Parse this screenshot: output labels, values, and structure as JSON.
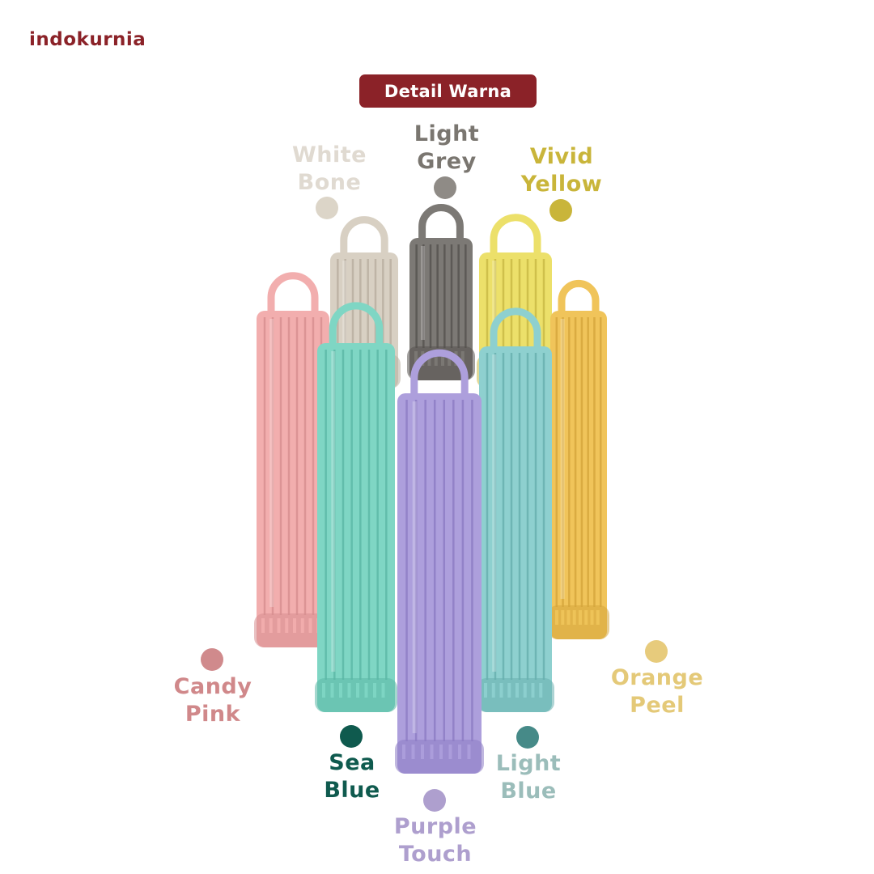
{
  "brand": {
    "text": "indokurnia",
    "color": "#8b2228"
  },
  "header": {
    "label": "Detail Warna",
    "bg": "#8b2228"
  },
  "colors": [
    {
      "key": "white_bone",
      "line1": "White",
      "line2": "Bone",
      "text_color": "#e0dad1",
      "swatch": "#dcd5c8",
      "product": "#d8d0c3",
      "product_dark": "#b8ae9f"
    },
    {
      "key": "light_grey",
      "line1": "Light",
      "line2": "Grey",
      "text_color": "#7a7670",
      "swatch": "#8f8b86",
      "product": "#7c7975",
      "product_dark": "#55524f"
    },
    {
      "key": "vivid_yellow",
      "line1": "Vivid",
      "line2": "Yellow",
      "text_color": "#c9b53a",
      "swatch": "#c9b53a",
      "product": "#ece06a",
      "product_dark": "#c8b944"
    },
    {
      "key": "candy_pink",
      "line1": "Candy",
      "line2": "Pink",
      "text_color": "#d0888a",
      "swatch": "#d08a8c",
      "product": "#f2aeae",
      "product_dark": "#d78e90"
    },
    {
      "key": "orange_peel",
      "line1": "Orange",
      "line2": "Peel",
      "text_color": "#e4c978",
      "swatch": "#e7cb7c",
      "product": "#f0c45a",
      "product_dark": "#d5a63c"
    },
    {
      "key": "sea_blue",
      "line1": "Sea",
      "line2": "Blue",
      "text_color": "#0f5a4e",
      "swatch": "#0f5a4e",
      "product": "#7fd6c4",
      "product_dark": "#5bb8a6"
    },
    {
      "key": "light_blue",
      "line1": "Light",
      "line2": "Blue",
      "text_color": "#9bbdba",
      "swatch": "#468a88",
      "product": "#8ed0cf",
      "product_dark": "#67afae"
    },
    {
      "key": "purple_touch",
      "line1": "Purple",
      "line2": "Touch",
      "text_color": "#ae9fce",
      "swatch": "#ae9fce",
      "product": "#ad9fdc",
      "product_dark": "#8c7cc4"
    }
  ]
}
